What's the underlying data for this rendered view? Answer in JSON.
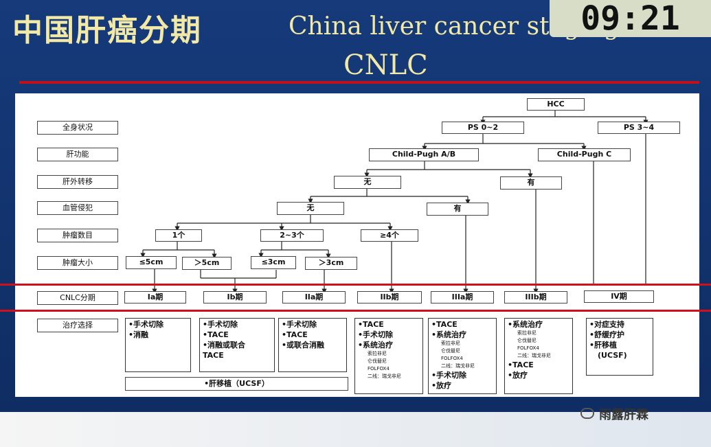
{
  "header": {
    "title_cn": "中国肝癌分期",
    "title_en": "China liver cancer staging",
    "subtitle": "CNLC",
    "clock": "09:21"
  },
  "row_labels": [
    "全身状况",
    "肝功能",
    "肝外转移",
    "血管侵犯",
    "肿瘤数目",
    "肿瘤大小",
    "CNLC分期",
    "治疗选择"
  ],
  "nodes": {
    "root": "HCC",
    "ps02": "PS 0~2",
    "ps34": "PS 3~4",
    "cpab": "Child-Pugh A/B",
    "cpc": "Child-Pugh C",
    "ehm_no": "无",
    "ehm_yes": "有",
    "vi_no": "无",
    "vi_yes": "有",
    "n1": "1个",
    "n23": "2~3个",
    "n4": "≥4个",
    "s_le5": "≤5cm",
    "s_gt5": "＞5cm",
    "s_le3": "≤3cm",
    "s_gt3": "＞3cm"
  },
  "stages": [
    "Ia期",
    "Ib期",
    "IIa期",
    "IIb期",
    "IIIa期",
    "IIIb期",
    "IV期"
  ],
  "treatments": {
    "ia": [
      "•手术切除",
      "•消融"
    ],
    "ib": [
      "•手术切除",
      "•TACE",
      "•消融或联合",
      "TACE"
    ],
    "iia": [
      "•手术切除",
      "•TACE",
      "•或联合消融"
    ],
    "iib": [
      "•TACE",
      "•手术切除",
      "•系统治疗"
    ],
    "iib_small": [
      "索拉非尼",
      "仑伐替尼",
      "FOLFOX4",
      "二线：瑞戈非尼"
    ],
    "iiia_top": [
      "•TACE",
      "•系统治疗"
    ],
    "iiia_small": [
      "索拉非尼",
      "仑伐替尼",
      "FOLFOX4",
      "二线：瑞戈非尼"
    ],
    "iiia_bottom": [
      "•手术切除",
      "•放疗"
    ],
    "iiib_top": [
      "•系统治疗"
    ],
    "iiib_small": [
      "索拉非尼",
      "仑伐替尼",
      "FOLFOX4",
      "二线：瑞戈非尼"
    ],
    "iiib_bottom": [
      "•TACE",
      "•放疗"
    ],
    "iv": [
      "•对症支持",
      "•舒缓疗护",
      "•肝移植",
      "(UCSF)"
    ],
    "transplant": "•肝移植（UCSF）"
  },
  "watermark": "雨露肝霖",
  "colors": {
    "title": "#f2e9a6",
    "background": "#163a7a",
    "highlight": "#d0101a"
  }
}
